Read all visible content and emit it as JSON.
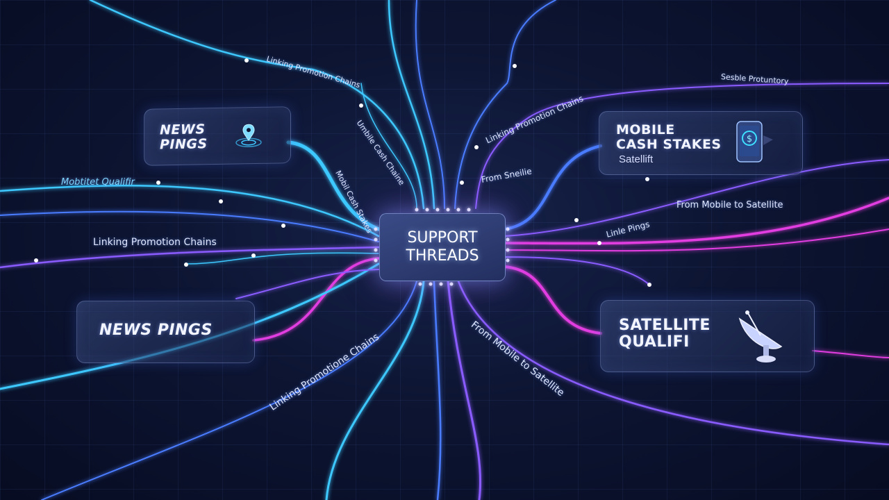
{
  "hub": {
    "title": "SUPPORT\nTHREADS"
  },
  "cards": {
    "news_top": {
      "title": "NEWS\nPINGS"
    },
    "news_bottom": {
      "title": "NEWS PINGS"
    },
    "mobile": {
      "title": "MOBILE\nCASH STAKES",
      "subtitle": "Satellift"
    },
    "satellite": {
      "title": "SATELLITE\nQUALIFI"
    }
  },
  "labels": {
    "top_chains": "Linking Promotion Chains",
    "cash_chaine": "Umbile Cash Chaine",
    "cash_stakes": "Mobil Cash Stakes",
    "qualifir": "Mobtitet Qualifir",
    "promo_left": "Linking Promotion Chains",
    "promo_upper_right": "Linking Promotion Chains",
    "from_sneilie": "From Sneilie",
    "sesble": "Sesble Protuntory",
    "from_mobile_right": "From Mobile to Satellite",
    "linle_pings": "Linle Pings",
    "promotione_bottom": "Linking Promotione Chains",
    "from_mobile_bottom": "From Mobile to Satellite"
  },
  "colors": {
    "cyan": "#3ec8ff",
    "blue": "#4a7cff",
    "magenta": "#e23ee0",
    "purple": "#8a5cff"
  },
  "icons": [
    "location-pin-icon",
    "phone-dollar-icon",
    "satellite-dish-icon"
  ]
}
